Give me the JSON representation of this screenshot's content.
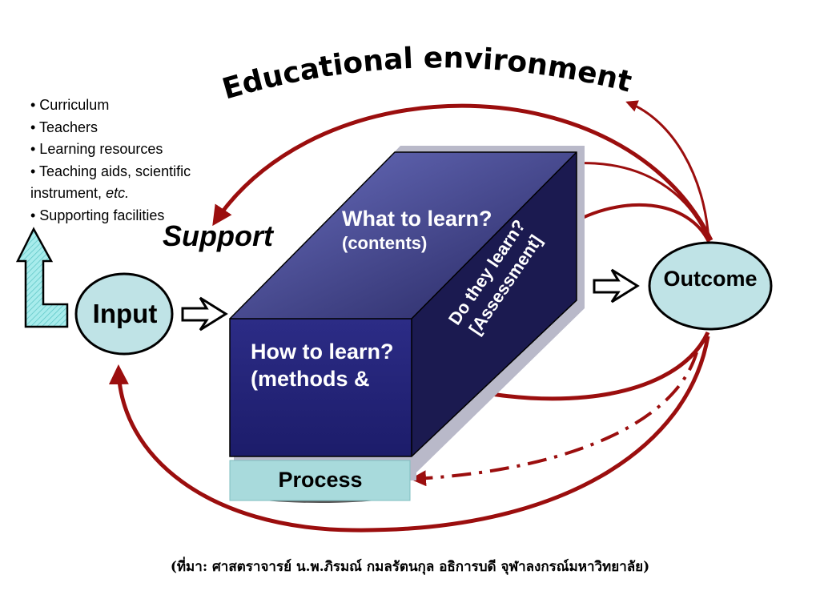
{
  "title": "Educational environment",
  "inputs_list": [
    "• Curriculum",
    "• Teachers",
    "• Learning resources",
    "• Teaching aids, scientific instrument,",
    "• Supporting facilities"
  ],
  "inputs_list_etc": "etc.",
  "support_label": "Support",
  "box": {
    "top_question": "What to learn?",
    "top_sub": "(contents)",
    "side_line1": "Do they learn?",
    "side_line2": "[Assessment]",
    "front_text": "How to learn? (methods &"
  },
  "process_label": "Process",
  "input_label": "Input",
  "outcome_label": "Outcome",
  "source_note": "(ที่มา: ศาสตราจารย์ น.พ.ภิรมณ์  กมลรัตนกุล     อธิการบดี จุฬาลงกรณ์มหาวิทยาลัย)",
  "colors": {
    "arrow": "#9b0e0e",
    "box_side": "#1b1a50",
    "box_top_start": "#5b5fae",
    "box_top_end": "#282865",
    "box_front": "#22227c",
    "ellipse_fill": "#bfe3e6",
    "process_fill": "#a8dadc",
    "up_arrow_fill": "#a8ecec"
  }
}
